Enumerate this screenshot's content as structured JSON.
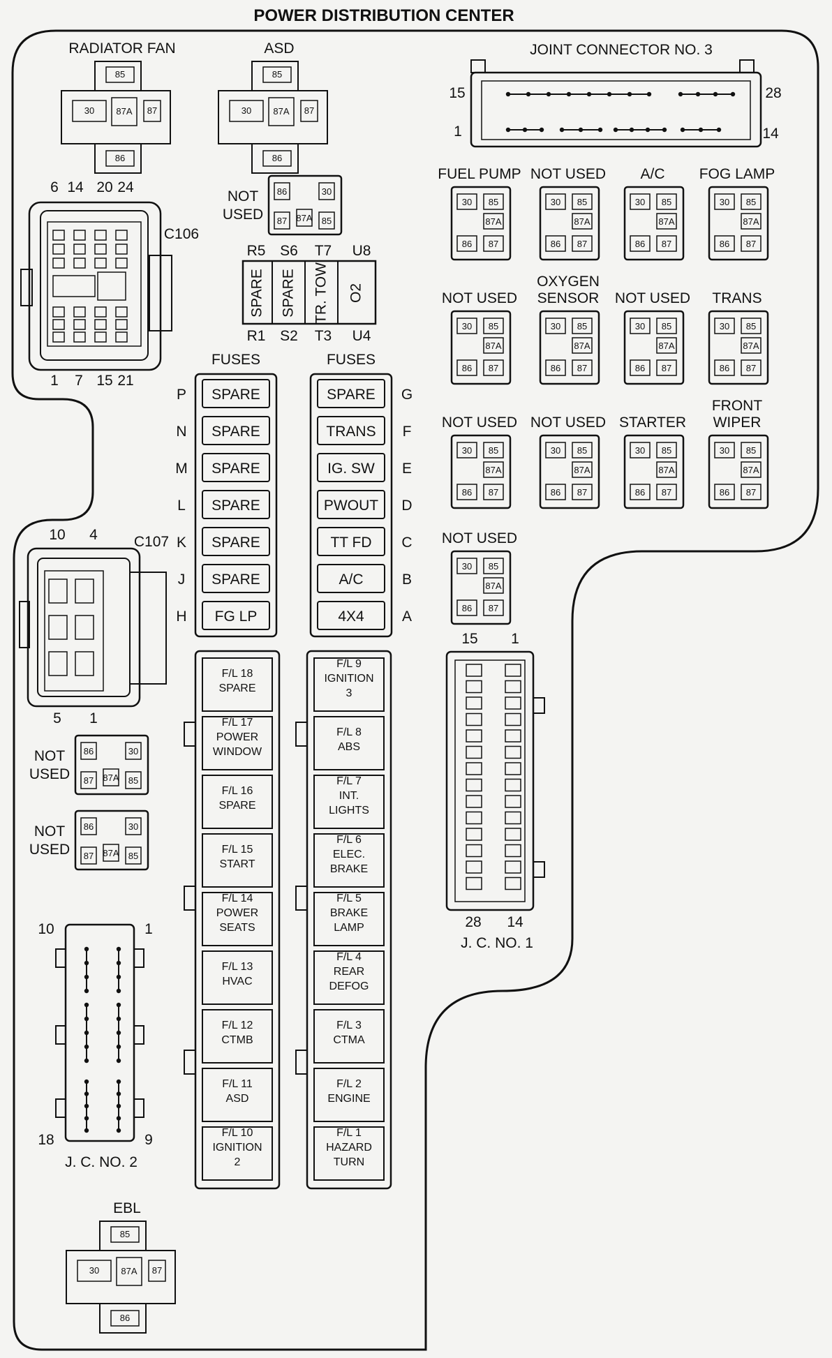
{
  "title": "POWER DISTRIBUTION CENTER",
  "pin_labels": [
    "30",
    "85",
    "86",
    "87",
    "87A"
  ],
  "relays_top": [
    {
      "label": "RADIATOR FAN"
    },
    {
      "label": "ASD"
    }
  ],
  "relay_ebl": {
    "label": "EBL"
  },
  "joint_connector_3": {
    "label": "JOINT CONNECTOR NO. 3",
    "pins": [
      "15",
      "28",
      "1",
      "14"
    ]
  },
  "connector_c106": {
    "label": "C106",
    "top_pins": [
      "6",
      "14",
      "20",
      "24"
    ],
    "bottom_pins": [
      "1",
      "7",
      "15",
      "21"
    ]
  },
  "connector_c107": {
    "label": "C107",
    "top_pins": [
      "10",
      "4"
    ],
    "bottom_pins": [
      "5",
      "1"
    ]
  },
  "not_used_small": {
    "line1": "NOT",
    "line2": "USED"
  },
  "fuse_rows": {
    "top": [
      "R5",
      "S6",
      "T7",
      "U8"
    ],
    "bottom": [
      "R1",
      "S2",
      "T3",
      "U4"
    ],
    "fuses": [
      "SPARE",
      "SPARE",
      "TR. TOW",
      "O2"
    ]
  },
  "fuses_left": {
    "header": "FUSES",
    "letters": [
      "P",
      "N",
      "M",
      "L",
      "K",
      "J",
      "H"
    ],
    "items": [
      "SPARE",
      "SPARE",
      "SPARE",
      "SPARE",
      "SPARE",
      "SPARE",
      "FG LP"
    ]
  },
  "fuses_right": {
    "header": "FUSES",
    "letters": [
      "G",
      "F",
      "E",
      "D",
      "C",
      "B",
      "A"
    ],
    "items": [
      "SPARE",
      "TRANS",
      "IG. SW",
      "PWOUT",
      "TT FD",
      "A/C",
      "4X4"
    ]
  },
  "fusible_links_left": [
    [
      "F/L 18",
      "SPARE"
    ],
    [
      "F/L 17",
      "POWER",
      "WINDOW"
    ],
    [
      "F/L 16",
      "SPARE"
    ],
    [
      "F/L 15",
      "START"
    ],
    [
      "F/L 14",
      "POWER",
      "SEATS"
    ],
    [
      "F/L 13",
      "HVAC"
    ],
    [
      "F/L 12",
      "CTMB"
    ],
    [
      "F/L 11",
      "ASD"
    ],
    [
      "F/L 10",
      "IGNITION",
      "2"
    ]
  ],
  "fusible_links_right": [
    [
      "F/L 9",
      "IGNITION",
      "3"
    ],
    [
      "F/L 8",
      "ABS"
    ],
    [
      "F/L 7",
      "INT.",
      "LIGHTS"
    ],
    [
      "F/L 6",
      "ELEC.",
      "BRAKE"
    ],
    [
      "F/L 5",
      "BRAKE",
      "LAMP"
    ],
    [
      "F/L 4",
      "REAR",
      "DEFOG"
    ],
    [
      "F/L 3",
      "CTMA"
    ],
    [
      "F/L 2",
      "ENGINE"
    ],
    [
      "F/L 1",
      "HAZARD",
      "TURN"
    ]
  ],
  "relays_grid": [
    {
      "lines": [
        "FUEL PUMP"
      ]
    },
    {
      "lines": [
        "NOT USED"
      ]
    },
    {
      "lines": [
        "A/C"
      ]
    },
    {
      "lines": [
        "FOG LAMP"
      ]
    },
    {
      "lines": [
        "NOT USED"
      ]
    },
    {
      "lines": [
        "OXYGEN",
        "SENSOR"
      ]
    },
    {
      "lines": [
        "NOT USED"
      ]
    },
    {
      "lines": [
        "TRANS"
      ]
    },
    {
      "lines": [
        "NOT USED"
      ]
    },
    {
      "lines": [
        "NOT USED"
      ]
    },
    {
      "lines": [
        "STARTER"
      ]
    },
    {
      "lines": [
        "FRONT",
        "WIPER"
      ]
    },
    {
      "lines": [
        "NOT USED"
      ]
    }
  ],
  "jc1": {
    "label": "J. C. NO. 1",
    "pins": [
      "15",
      "1",
      "28",
      "14"
    ]
  },
  "jc2": {
    "label": "J. C. NO. 2",
    "pins": [
      "10",
      "1",
      "18",
      "9"
    ]
  }
}
